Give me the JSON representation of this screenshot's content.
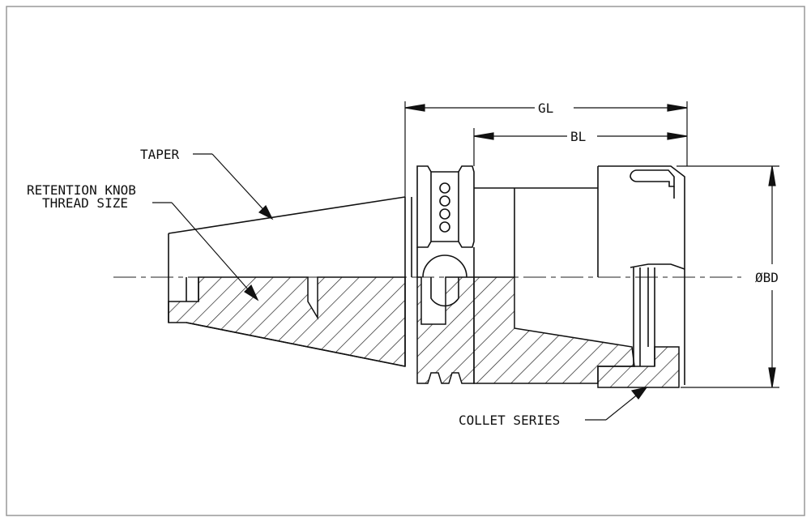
{
  "drawing": {
    "labels": {
      "taper": "TAPER",
      "retention_line1": "RETENTION KNOB",
      "retention_line2": "THREAD SIZE",
      "gauge_length": "GL",
      "body_length": "BL",
      "body_diameter": "ØBD",
      "collet_series": "COLLET SERIES"
    }
  }
}
